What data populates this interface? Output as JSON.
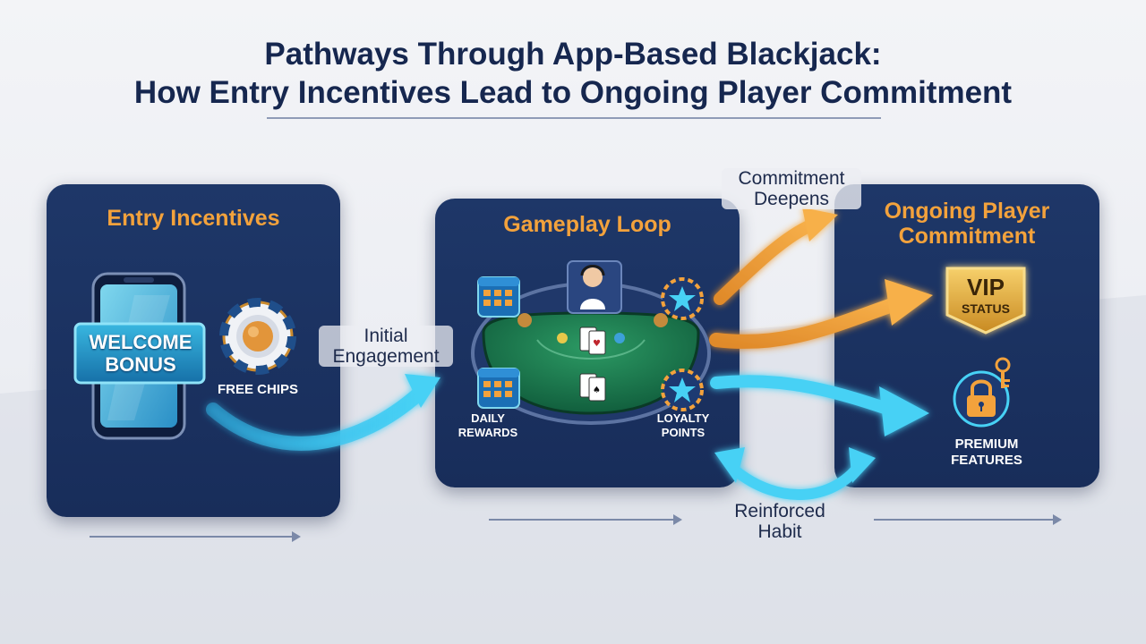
{
  "title": {
    "line1": "Pathways Through App-Based Blackjack:",
    "line2": "How Entry Incentives Lead to Ongoing Player Commitment"
  },
  "panels": {
    "entry": {
      "title": "Entry Incentives",
      "welcome_bonus": "WELCOME\nBONUS",
      "free_chips": "FREE CHIPS"
    },
    "loop": {
      "title": "Gameplay Loop",
      "daily_rewards": "DAILY\nREWARDS",
      "loyalty_points": "LOYALTY\nPOINTS"
    },
    "commitment": {
      "title": "Ongoing Player\nCommitment",
      "vip": "VIP",
      "vip_status": "STATUS",
      "premium_features": "PREMIUM\nFEATURES"
    }
  },
  "flows": {
    "initial_engagement": "Initial\nEngagement",
    "commitment_deepens": "Commitment\nDeepens",
    "reinforced_habit": "Reinforced\nHabit"
  },
  "colors": {
    "panel": "#1b3263",
    "accent_orange": "#f3a23c",
    "flow_cyan": "#3ec3ec",
    "title_navy": "#16274f"
  },
  "icons": [
    "smartphone-icon",
    "poker-chip-icon",
    "calendar-icon",
    "star-badge-icon",
    "dealer-icon",
    "playing-card-icon",
    "vip-shield-icon",
    "padlock-icon",
    "key-icon"
  ]
}
